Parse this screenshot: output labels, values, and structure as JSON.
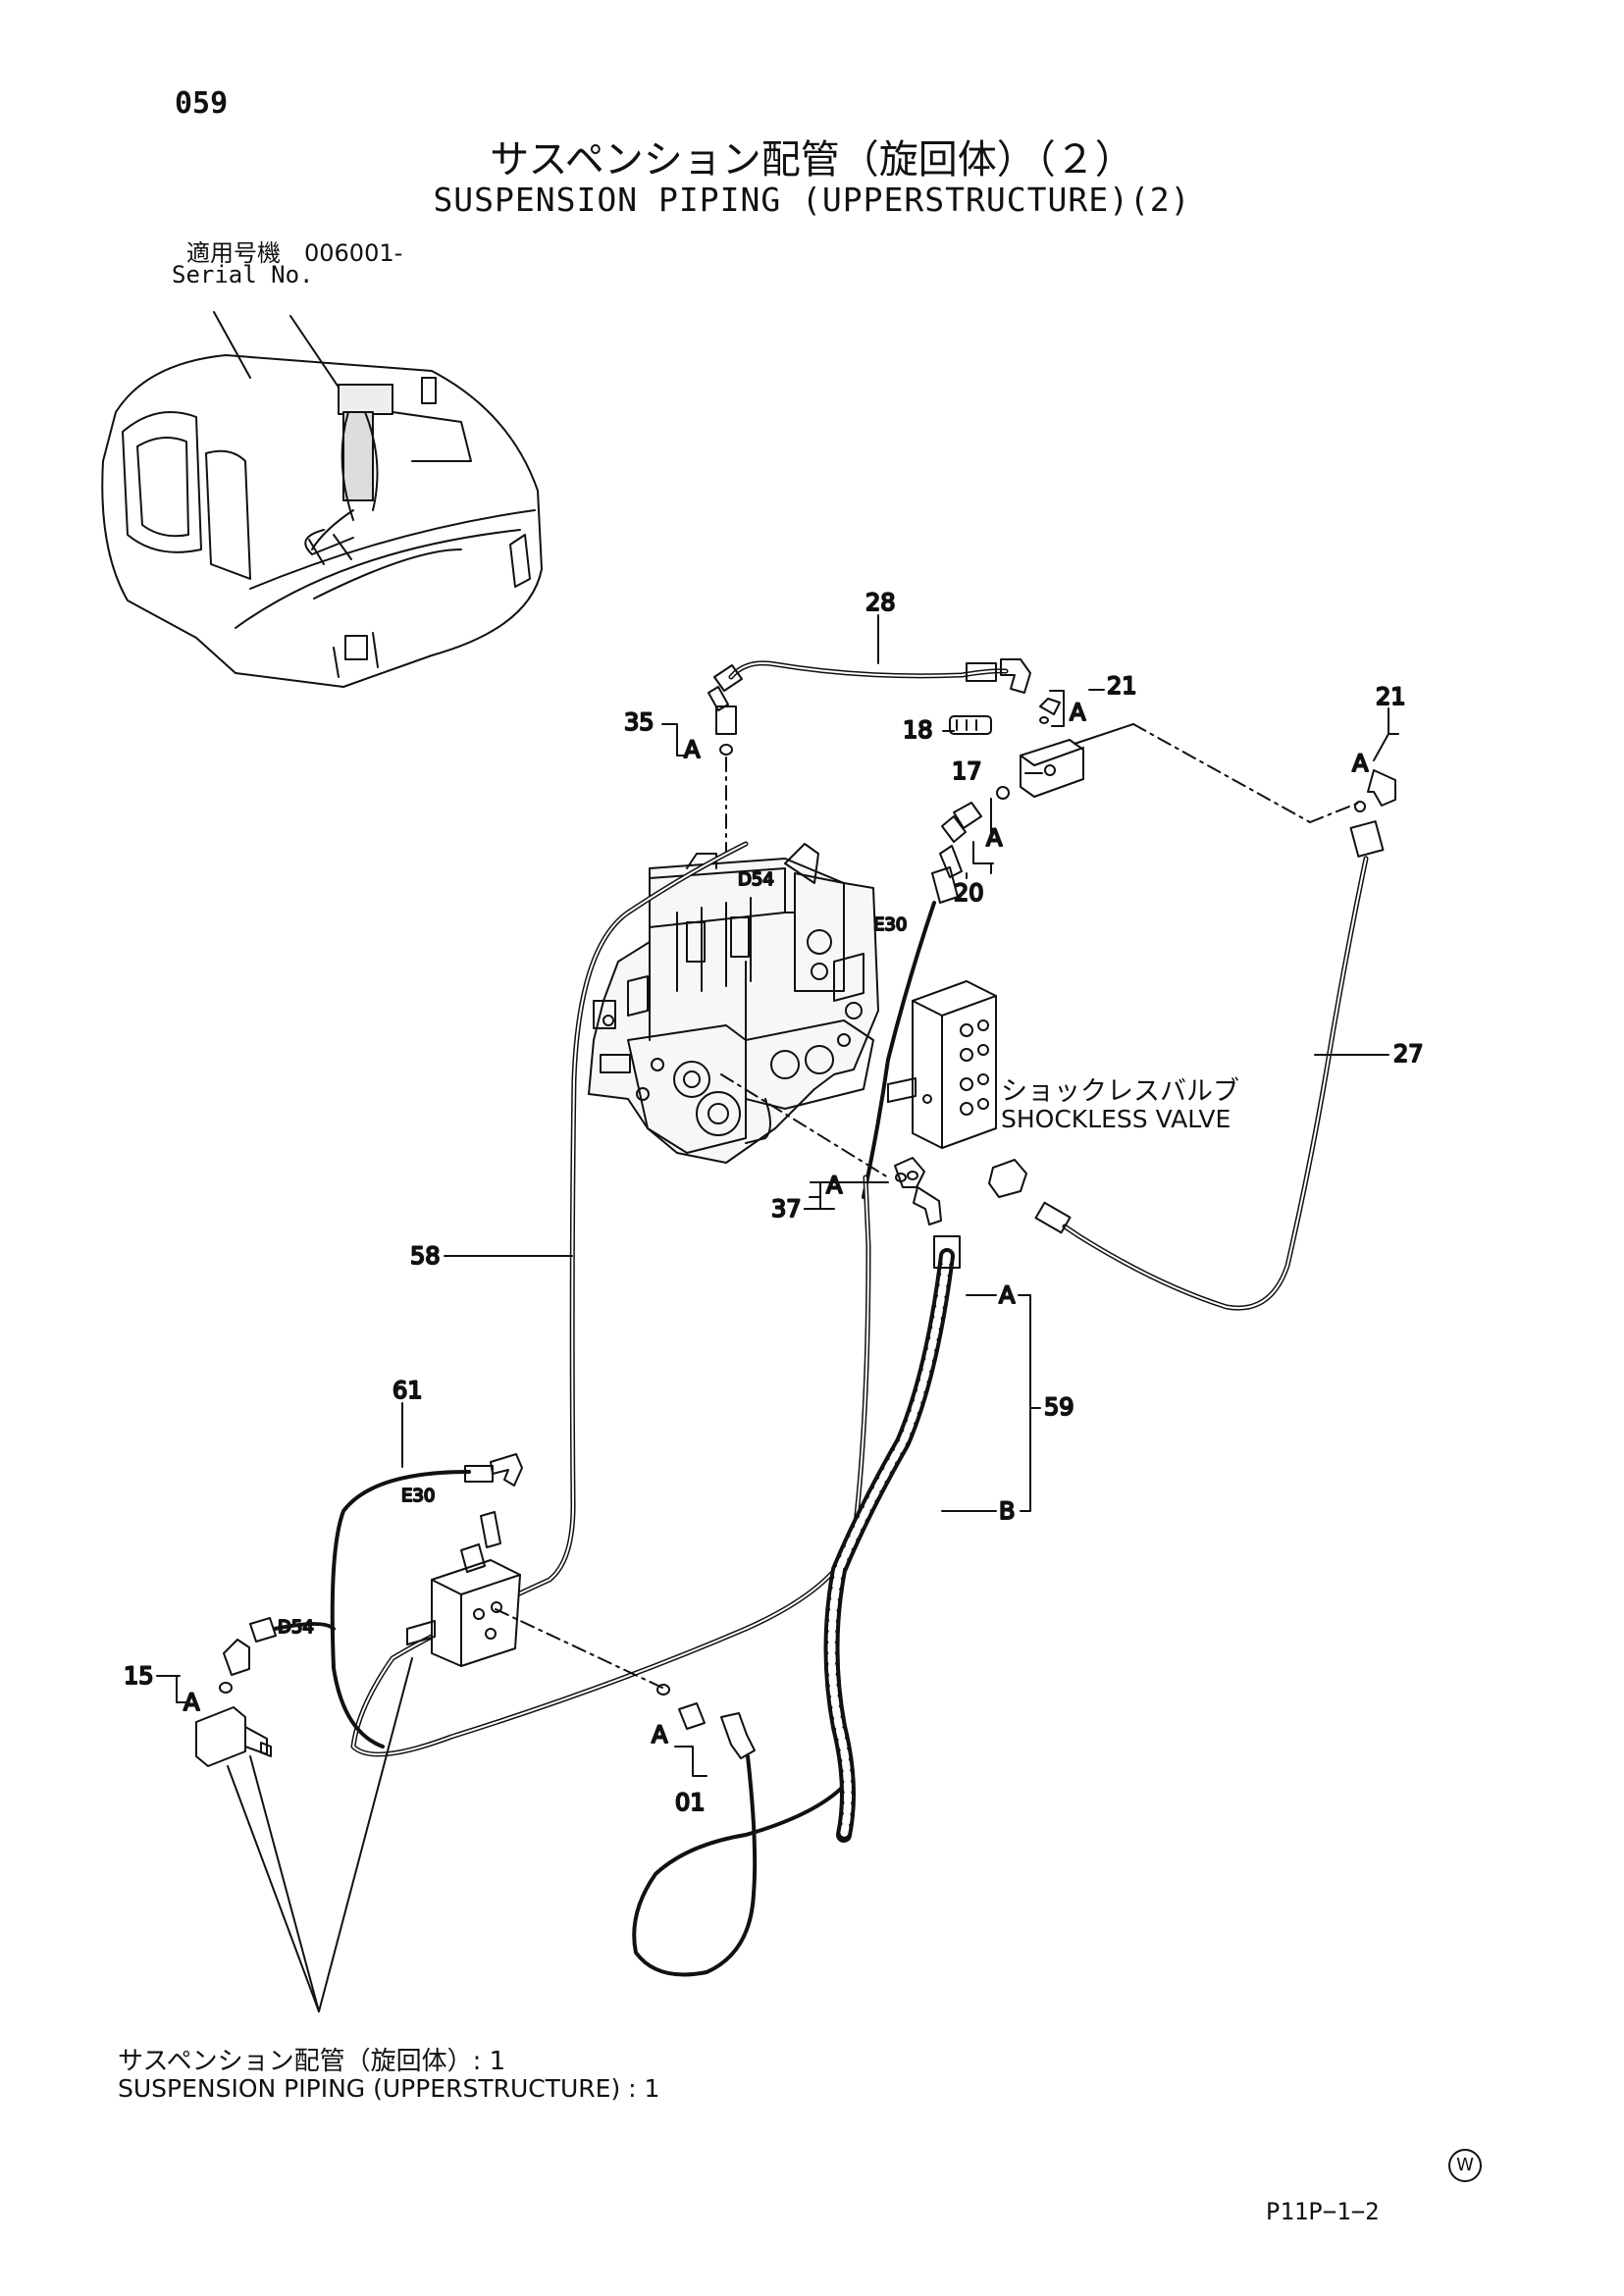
{
  "header": {
    "page_number": "059",
    "title_jp": "サスペンション配管（旋回体）（２）",
    "title_en": "SUSPENSION PIPING (UPPERSTRUCTURE)(2)",
    "serial_label_jp": "適用号機　006001-",
    "serial_label_en": "Serial No."
  },
  "callouts": {
    "p01": "01",
    "p15": "15",
    "p17": "17",
    "p18": "18",
    "p20": "20",
    "p21a": "21",
    "p21b": "21",
    "p27": "27",
    "p28": "28",
    "p35": "35",
    "p37": "37",
    "p58": "58",
    "p59": "59",
    "p61": "61",
    "a": "A",
    "b": "B"
  },
  "hose_marks": {
    "d54_top": "D54",
    "d54_bottom": "D54",
    "e30_top": "E30",
    "e30_bottom": "E30"
  },
  "shockless_valve": {
    "label_jp": "ショックレスバルブ",
    "label_en": "SHOCKLESS VALVE"
  },
  "reference": {
    "label_jp": "サスペンション配管（旋回体）: 1",
    "label_en": "SUSPENSION PIPING (UPPERSTRUCTURE) : 1"
  },
  "footer": {
    "mark": "W",
    "doc_code": "P11P−1−2"
  }
}
